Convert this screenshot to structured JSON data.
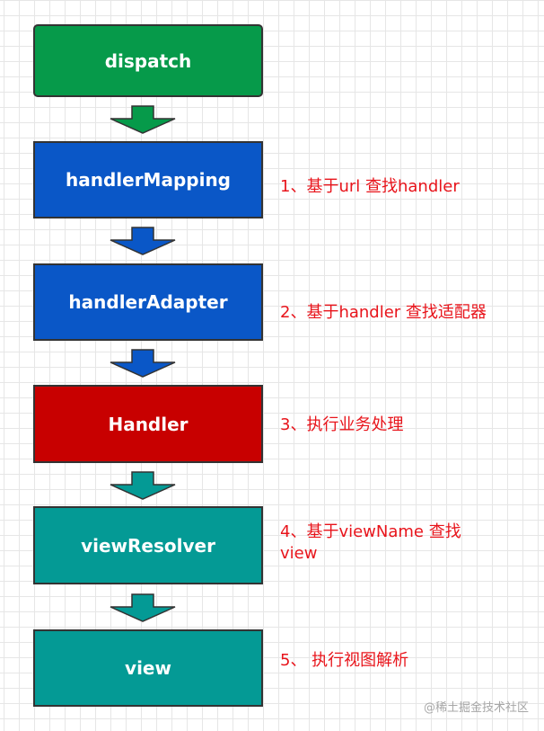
{
  "colors": {
    "green": "#069a4a",
    "blue": "#0a57c7",
    "red": "#c80000",
    "teal": "#049a95",
    "note_text": "#e8141b",
    "border": "#333333"
  },
  "nodes": [
    {
      "id": "dispatch",
      "label": "dispatch",
      "color": "#069a4a"
    },
    {
      "id": "handlerMapping",
      "label": "handlerMapping",
      "color": "#0a57c7"
    },
    {
      "id": "handlerAdapter",
      "label": "handlerAdapter",
      "color": "#0a57c7"
    },
    {
      "id": "Handler",
      "label": "Handler",
      "color": "#c80000"
    },
    {
      "id": "viewResolver",
      "label": "viewResolver",
      "color": "#049a95"
    },
    {
      "id": "view",
      "label": "view",
      "color": "#049a95"
    }
  ],
  "edges": [
    {
      "from": "dispatch",
      "to": "handlerMapping",
      "color": "#069a4a"
    },
    {
      "from": "handlerMapping",
      "to": "handlerAdapter",
      "color": "#0a57c7"
    },
    {
      "from": "handlerAdapter",
      "to": "Handler",
      "color": "#0a57c7"
    },
    {
      "from": "Handler",
      "to": "viewResolver",
      "color": "#049a95"
    },
    {
      "from": "viewResolver",
      "to": "view",
      "color": "#049a95"
    }
  ],
  "notes": [
    {
      "label": "1、基于url 查找handler"
    },
    {
      "label": "2、基于handler 查找适配器"
    },
    {
      "label": "3、执行业务处理"
    },
    {
      "label": "4、基于viewName 查找view"
    },
    {
      "label": "5、 执行视图解析"
    }
  ],
  "watermark": "@稀土掘金技术社区"
}
